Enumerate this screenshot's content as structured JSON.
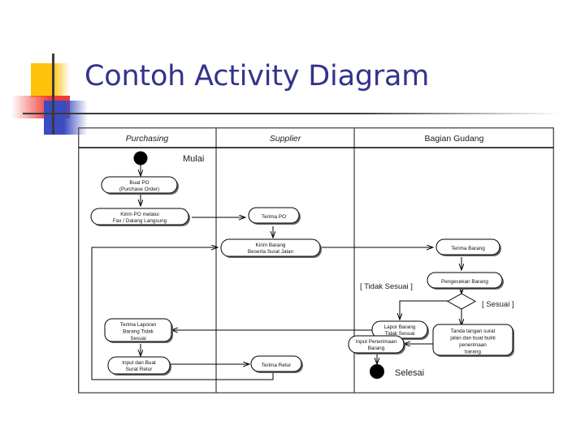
{
  "slide": {
    "title": "Contoh Activity Diagram",
    "title_color": "#33338c",
    "background": "#ffffff",
    "ornament": {
      "yellow": "#fec20a",
      "red": "#ef3b3b",
      "blue": "#3b4bc0",
      "rule": "#3a3a3a"
    }
  },
  "diagram": {
    "type": "uml-activity-swimlane",
    "lanes": [
      {
        "id": "purchasing",
        "label": "Purchasing",
        "italic": true
      },
      {
        "id": "supplier",
        "label": "Supplier",
        "italic": true
      },
      {
        "id": "gudang",
        "label": "Bagian Gudang",
        "italic": false
      }
    ],
    "markers": {
      "start_label": "Mulai",
      "end_label": "Selesai"
    },
    "guards": [
      {
        "id": "guard-tidak-sesuai",
        "label": "[ Tidak Sesuai ]"
      },
      {
        "id": "guard-sesuai",
        "label": "[ Sesuai ]"
      }
    ],
    "nodes": [
      {
        "id": "buat-po",
        "lane": "purchasing",
        "lines": [
          "Buat PO",
          "(Purchase Order)"
        ]
      },
      {
        "id": "kirim-po",
        "lane": "purchasing",
        "lines": [
          "Kirim PO melalui",
          "Fax / Datang Langsung"
        ]
      },
      {
        "id": "terima-laporan",
        "lane": "purchasing",
        "lines": [
          "Terima Laporan",
          "Barang Tidak",
          "Sesuai"
        ]
      },
      {
        "id": "input-surat-retur",
        "lane": "purchasing",
        "lines": [
          "Input dan Buat",
          "Surat Retur"
        ]
      },
      {
        "id": "terima-po",
        "lane": "supplier",
        "lines": [
          "Terima PO"
        ]
      },
      {
        "id": "kirim-barang",
        "lane": "supplier",
        "lines": [
          "Kirim Barang",
          "Beserta Surat Jalan"
        ]
      },
      {
        "id": "terima-retur",
        "lane": "supplier",
        "lines": [
          "Terima Retur"
        ]
      },
      {
        "id": "terima-barang",
        "lane": "gudang",
        "lines": [
          "Terima Barang"
        ]
      },
      {
        "id": "pengecekan-barang",
        "lane": "gudang",
        "lines": [
          "Pengecekan Barang"
        ]
      },
      {
        "id": "lapor-barang",
        "lane": "gudang",
        "lines": [
          "Lapor Barang",
          "Tidak Sesuai"
        ]
      },
      {
        "id": "input-penerimaan",
        "lane": "gudang",
        "lines": [
          "Input Penerimaan",
          "Barang"
        ]
      },
      {
        "id": "tanda-tangan",
        "lane": "gudang",
        "lines": [
          "Tanda tangan surat",
          "jalan dan buat bukti",
          "penerimaan",
          "barang"
        ]
      }
    ],
    "edges": [
      {
        "from": "start",
        "to": "buat-po"
      },
      {
        "from": "buat-po",
        "to": "kirim-po"
      },
      {
        "from": "kirim-po",
        "to": "terima-po"
      },
      {
        "from": "terima-po",
        "to": "kirim-barang"
      },
      {
        "from": "kirim-barang",
        "to": "terima-barang"
      },
      {
        "from": "terima-barang",
        "to": "pengecekan-barang"
      },
      {
        "from": "pengecekan-barang",
        "to": "decision"
      },
      {
        "from": "decision",
        "to": "lapor-barang",
        "guard": "[ Tidak Sesuai ]"
      },
      {
        "from": "decision",
        "to": "tanda-tangan",
        "guard": "[ Sesuai ]"
      },
      {
        "from": "lapor-barang",
        "to": "terima-laporan"
      },
      {
        "from": "terima-laporan",
        "to": "input-surat-retur"
      },
      {
        "from": "input-surat-retur",
        "to": "terima-retur"
      },
      {
        "from": "terima-retur",
        "to": "kirim-barang"
      },
      {
        "from": "tanda-tangan",
        "to": "input-penerimaan"
      },
      {
        "from": "input-penerimaan",
        "to": "end"
      }
    ]
  }
}
